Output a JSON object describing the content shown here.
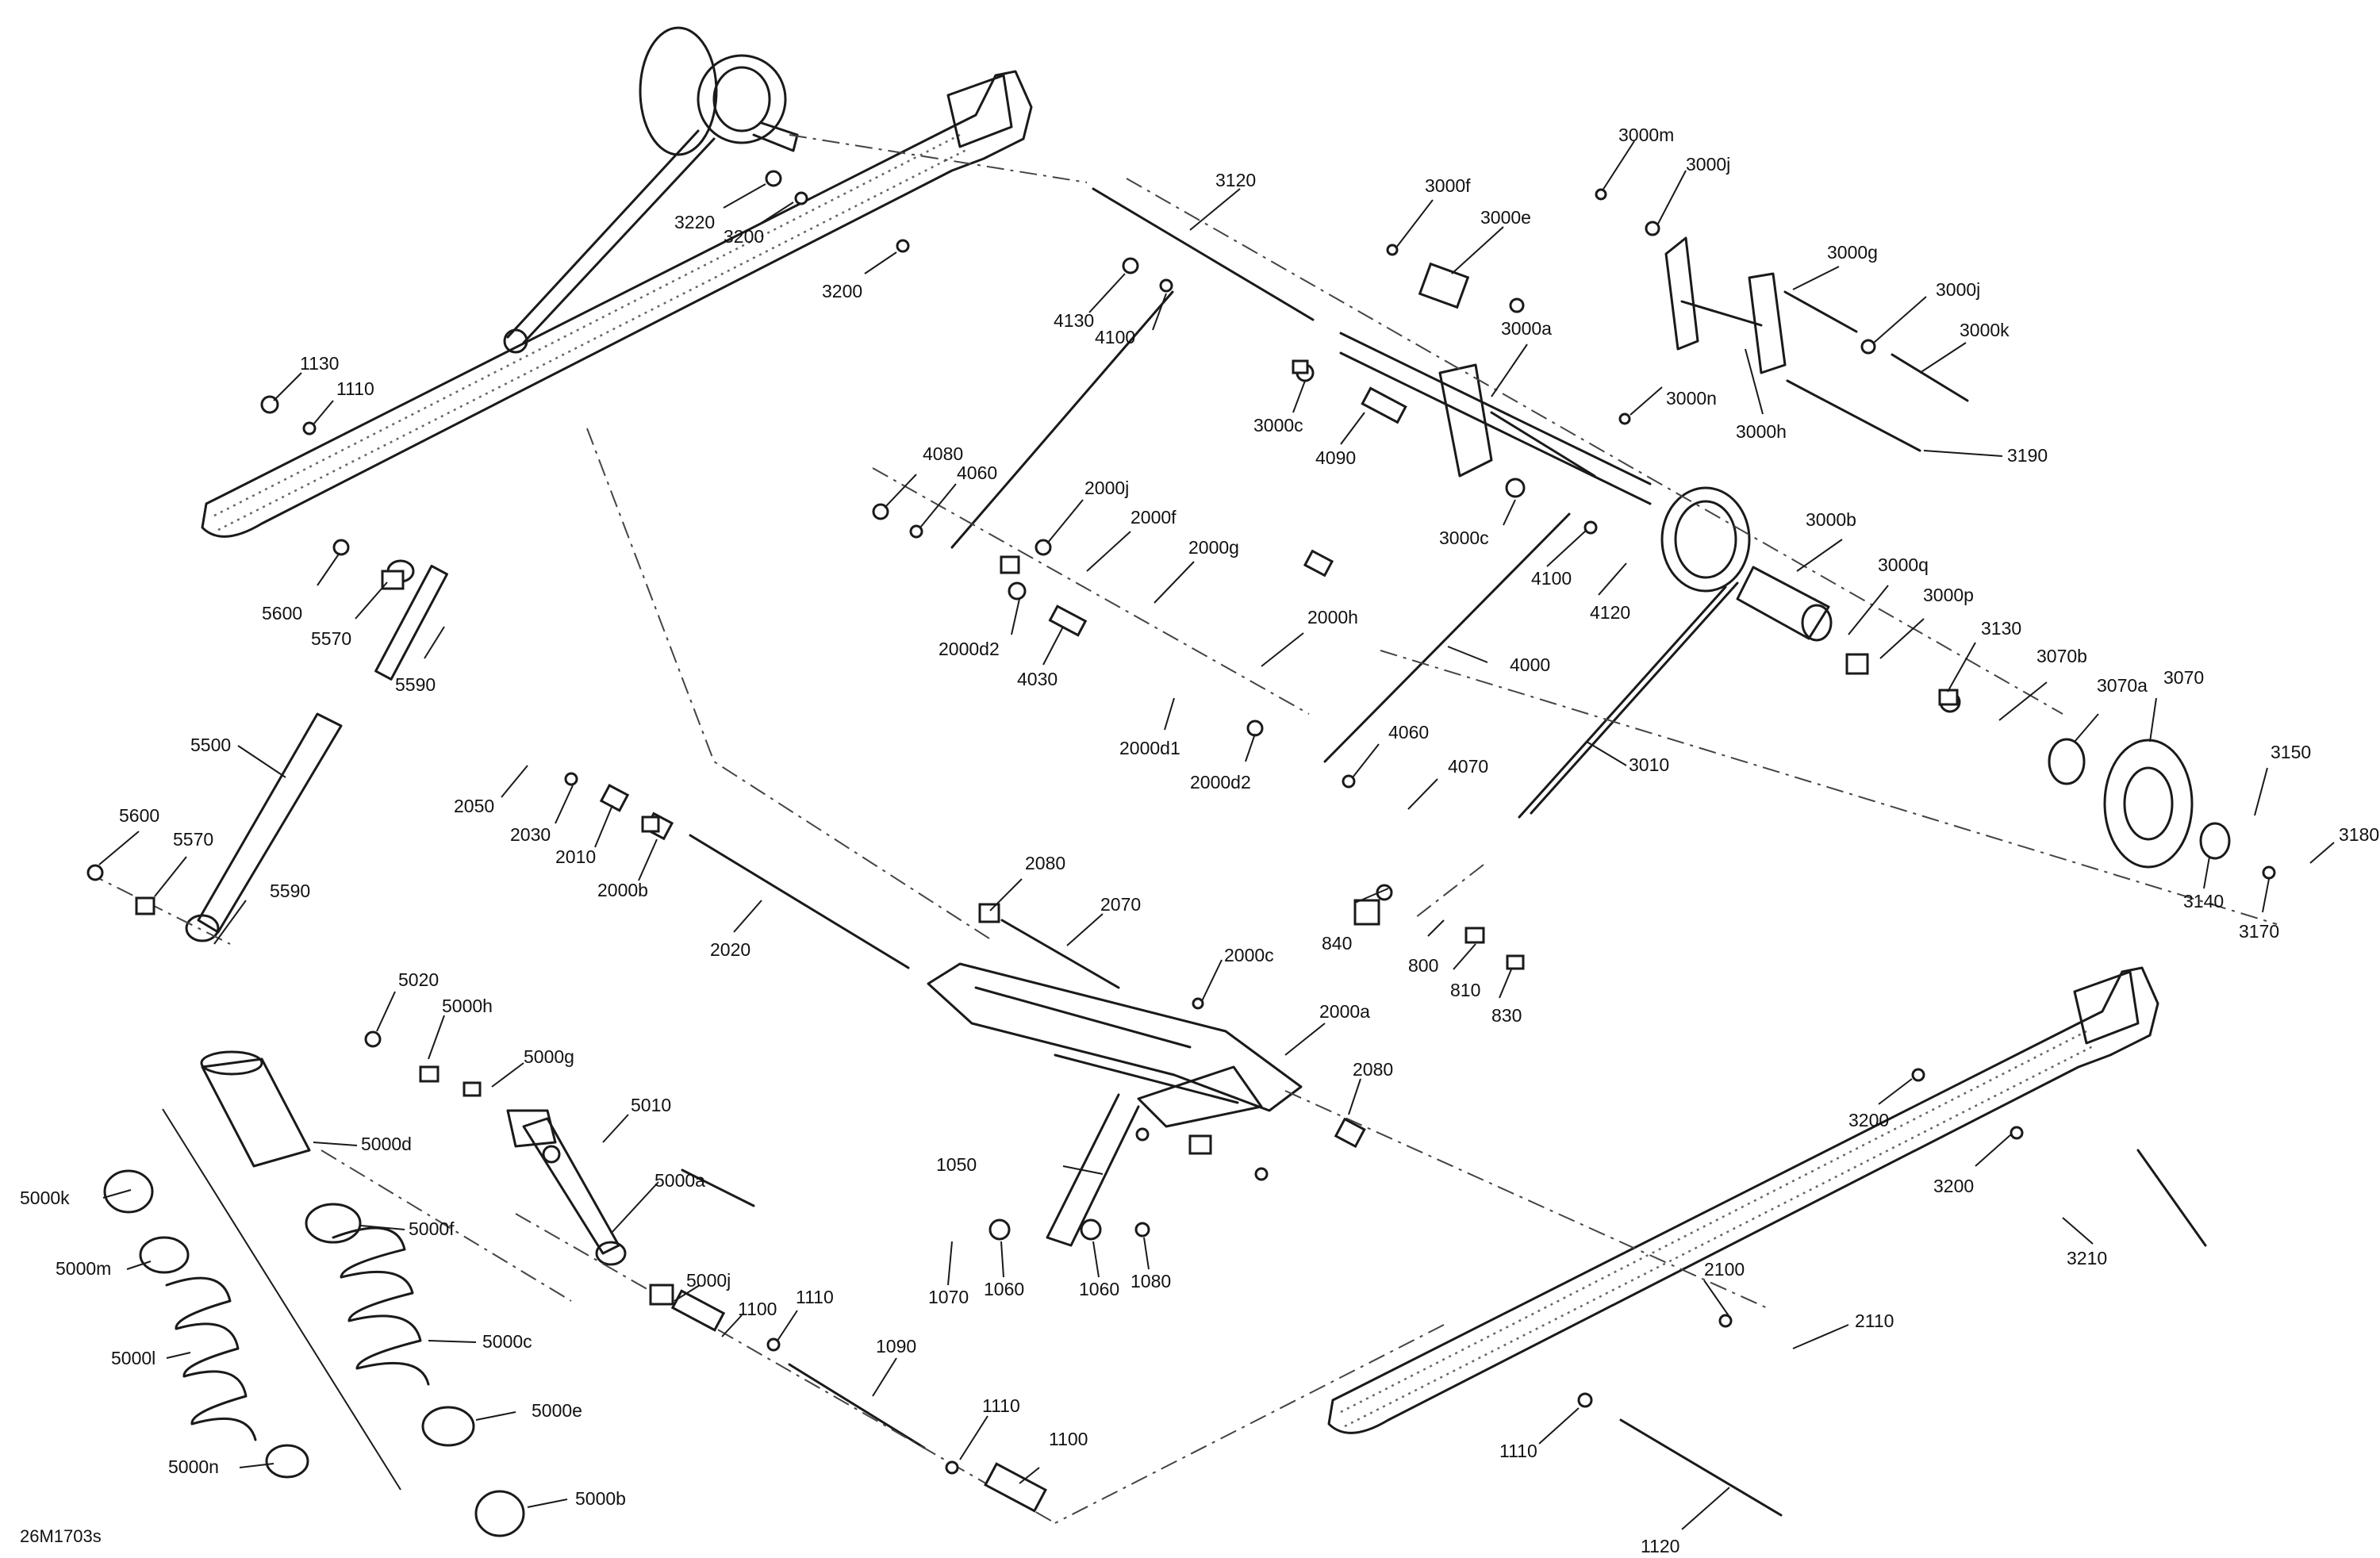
{
  "figure_id": "26M1703s",
  "callouts": [
    {
      "id": "3220"
    },
    {
      "id": "3200"
    },
    {
      "id": "3200"
    },
    {
      "id": "1130"
    },
    {
      "id": "1110"
    },
    {
      "id": "3120"
    },
    {
      "id": "4130"
    },
    {
      "id": "4100"
    },
    {
      "id": "3000f"
    },
    {
      "id": "3000e"
    },
    {
      "id": "3000a"
    },
    {
      "id": "3000c"
    },
    {
      "id": "4090"
    },
    {
      "id": "3000c"
    },
    {
      "id": "3000m"
    },
    {
      "id": "3000j"
    },
    {
      "id": "3000g"
    },
    {
      "id": "3000j"
    },
    {
      "id": "3000k"
    },
    {
      "id": "3000n"
    },
    {
      "id": "3000h"
    },
    {
      "id": "3190"
    },
    {
      "id": "4080"
    },
    {
      "id": "4060"
    },
    {
      "id": "2000j"
    },
    {
      "id": "2000f"
    },
    {
      "id": "2000g"
    },
    {
      "id": "2000d2"
    },
    {
      "id": "4030"
    },
    {
      "id": "2000h"
    },
    {
      "id": "2000d1"
    },
    {
      "id": "2000d2"
    },
    {
      "id": "4100"
    },
    {
      "id": "4120"
    },
    {
      "id": "4000"
    },
    {
      "id": "3000b"
    },
    {
      "id": "3000q"
    },
    {
      "id": "3000p"
    },
    {
      "id": "3130"
    },
    {
      "id": "3070b"
    },
    {
      "id": "3070a"
    },
    {
      "id": "3070"
    },
    {
      "id": "3010"
    },
    {
      "id": "4060"
    },
    {
      "id": "4070"
    },
    {
      "id": "3150"
    },
    {
      "id": "3180"
    },
    {
      "id": "3140"
    },
    {
      "id": "3170"
    },
    {
      "id": "5600"
    },
    {
      "id": "5570"
    },
    {
      "id": "5590"
    },
    {
      "id": "5500"
    },
    {
      "id": "5600"
    },
    {
      "id": "5570"
    },
    {
      "id": "5590"
    },
    {
      "id": "2050"
    },
    {
      "id": "2030"
    },
    {
      "id": "2010"
    },
    {
      "id": "2000b"
    },
    {
      "id": "2020"
    },
    {
      "id": "2080"
    },
    {
      "id": "2070"
    },
    {
      "id": "2000c"
    },
    {
      "id": "2000a"
    },
    {
      "id": "2080"
    },
    {
      "id": "840"
    },
    {
      "id": "800"
    },
    {
      "id": "810"
    },
    {
      "id": "830"
    },
    {
      "id": "5020"
    },
    {
      "id": "5000h"
    },
    {
      "id": "5000g"
    },
    {
      "id": "5010"
    },
    {
      "id": "5000a"
    },
    {
      "id": "5000d"
    },
    {
      "id": "5000f"
    },
    {
      "id": "5000k"
    },
    {
      "id": "5000m"
    },
    {
      "id": "5000c"
    },
    {
      "id": "5000l"
    },
    {
      "id": "5000e"
    },
    {
      "id": "5000n"
    },
    {
      "id": "5000b"
    },
    {
      "id": "5000j"
    },
    {
      "id": "1100"
    },
    {
      "id": "1110"
    },
    {
      "id": "1090"
    },
    {
      "id": "1110"
    },
    {
      "id": "1100"
    },
    {
      "id": "1050"
    },
    {
      "id": "1070"
    },
    {
      "id": "1060"
    },
    {
      "id": "1060"
    },
    {
      "id": "1080"
    },
    {
      "id": "3200"
    },
    {
      "id": "3200"
    },
    {
      "id": "3210"
    },
    {
      "id": "2100"
    },
    {
      "id": "2110"
    },
    {
      "id": "1110"
    },
    {
      "id": "1120"
    }
  ]
}
